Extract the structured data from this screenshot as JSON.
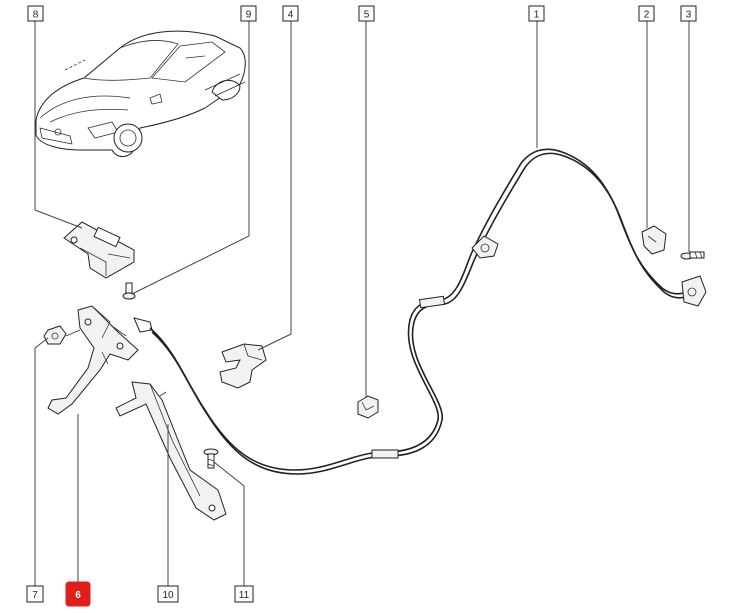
{
  "diagram": {
    "highlight_color": "#e01e1e",
    "callouts": [
      {
        "id": "c8",
        "label": "8"
      },
      {
        "id": "c9",
        "label": "9"
      },
      {
        "id": "c4",
        "label": "4"
      },
      {
        "id": "c5",
        "label": "5"
      },
      {
        "id": "c1",
        "label": "1"
      },
      {
        "id": "c2",
        "label": "2"
      },
      {
        "id": "c3",
        "label": "3"
      },
      {
        "id": "c7",
        "label": "7"
      },
      {
        "id": "c6",
        "label": "6",
        "selected": true
      },
      {
        "id": "c10",
        "label": "10"
      },
      {
        "id": "c11",
        "label": "11"
      }
    ],
    "parts": [
      {
        "callout": "1",
        "icon": "release-cable-icon"
      },
      {
        "callout": "2",
        "icon": "cable-clip-icon"
      },
      {
        "callout": "3",
        "icon": "screw-icon"
      },
      {
        "callout": "4",
        "icon": "cable-holder-clip-icon"
      },
      {
        "callout": "5",
        "icon": "push-clip-icon"
      },
      {
        "callout": "6",
        "icon": "bonnet-release-lever-icon"
      },
      {
        "callout": "7",
        "icon": "bolt-icon"
      },
      {
        "callout": "8",
        "icon": "mounting-bracket-icon"
      },
      {
        "callout": "9",
        "icon": "bolt-icon"
      },
      {
        "callout": "10",
        "icon": "support-bracket-icon"
      },
      {
        "callout": "11",
        "icon": "screw-icon"
      }
    ],
    "vehicle_icon": "car-overview-icon"
  }
}
